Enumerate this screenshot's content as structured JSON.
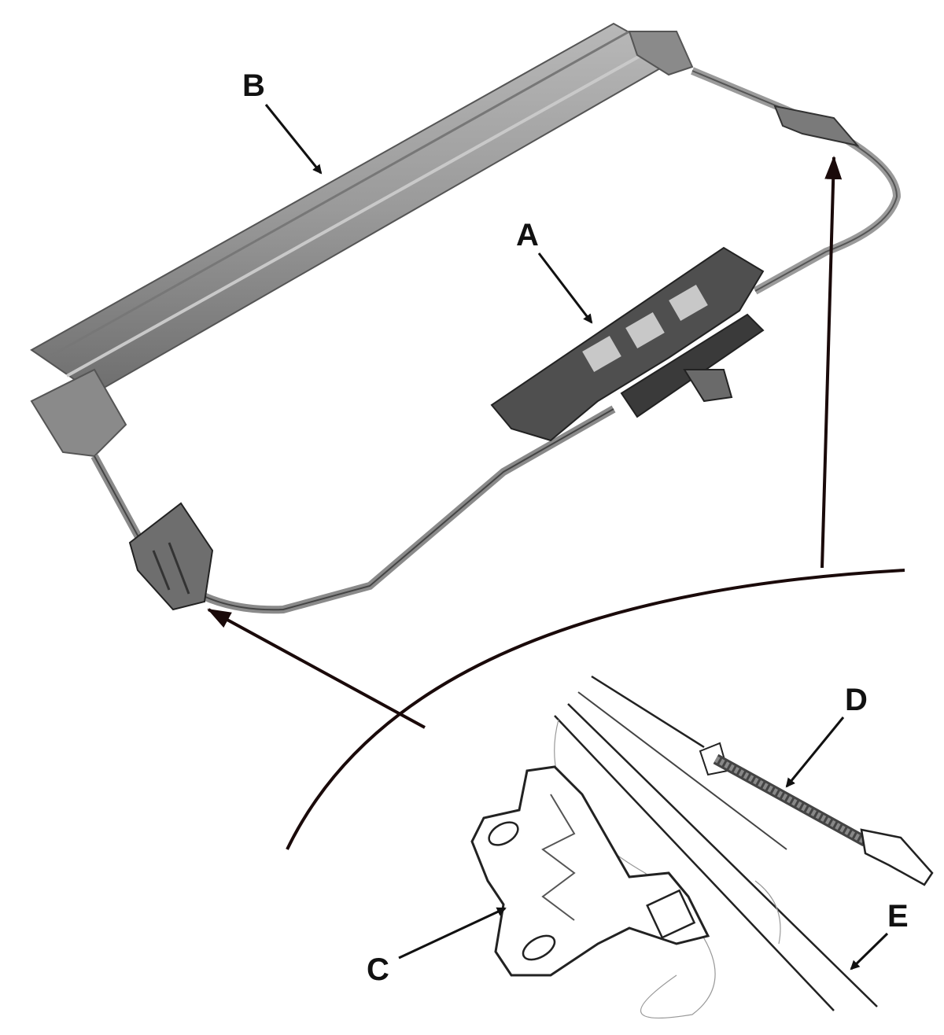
{
  "labels": {
    "a": "A",
    "b": "B",
    "c": "C",
    "d": "D",
    "e": "E"
  },
  "colors": {
    "background": "#ffffff",
    "part_gray": "#8c8c8c",
    "part_dark": "#5a5a5a",
    "outline": "#2a2a2a",
    "arrow": "#111111"
  }
}
